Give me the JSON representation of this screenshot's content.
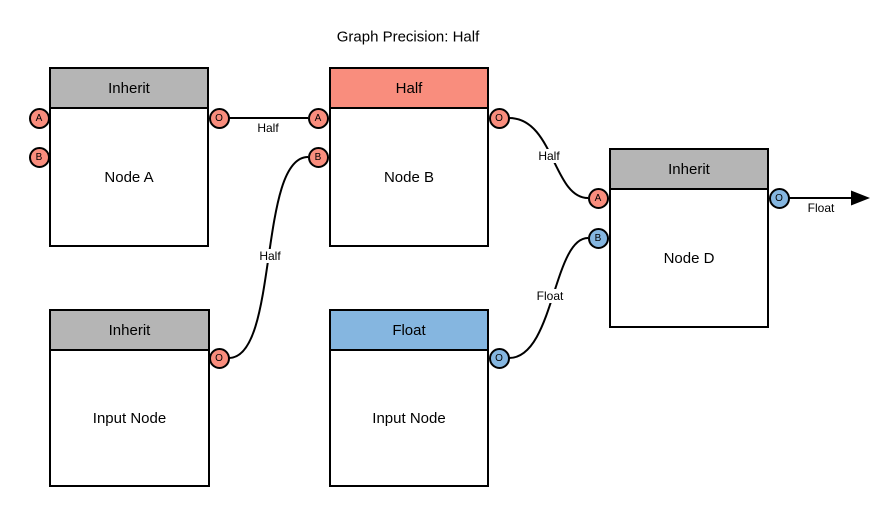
{
  "title": "Graph Precision: Half",
  "colors": {
    "salmon": "#F98D7D",
    "blue": "#85B6E0",
    "gray": "#B5B5B5",
    "stroke": "#000000",
    "background": "#FFFFFF"
  },
  "nodes": {
    "node_a": {
      "header": "Inherit",
      "label": "Node A",
      "ports": {
        "a": "A",
        "b": "B",
        "o": "O"
      }
    },
    "node_b": {
      "header": "Half",
      "label": "Node B",
      "ports": {
        "a": "A",
        "b": "B",
        "o": "O"
      }
    },
    "node_d": {
      "header": "Inherit",
      "label": "Node D",
      "ports": {
        "a": "A",
        "b": "B",
        "o": "O"
      }
    },
    "input_left": {
      "header": "Inherit",
      "label": "Input Node",
      "ports": {
        "o": "O"
      }
    },
    "input_float": {
      "header": "Float",
      "label": "Input Node",
      "ports": {
        "o": "O"
      }
    }
  },
  "edges": {
    "node_a_to_node_b": {
      "label": "Half"
    },
    "input_left_to_node_b": {
      "label": "Half"
    },
    "node_b_to_node_d": {
      "label": "Half"
    },
    "input_float_to_node_d": {
      "label": "Float"
    },
    "node_d_output": {
      "label": "Float"
    }
  }
}
